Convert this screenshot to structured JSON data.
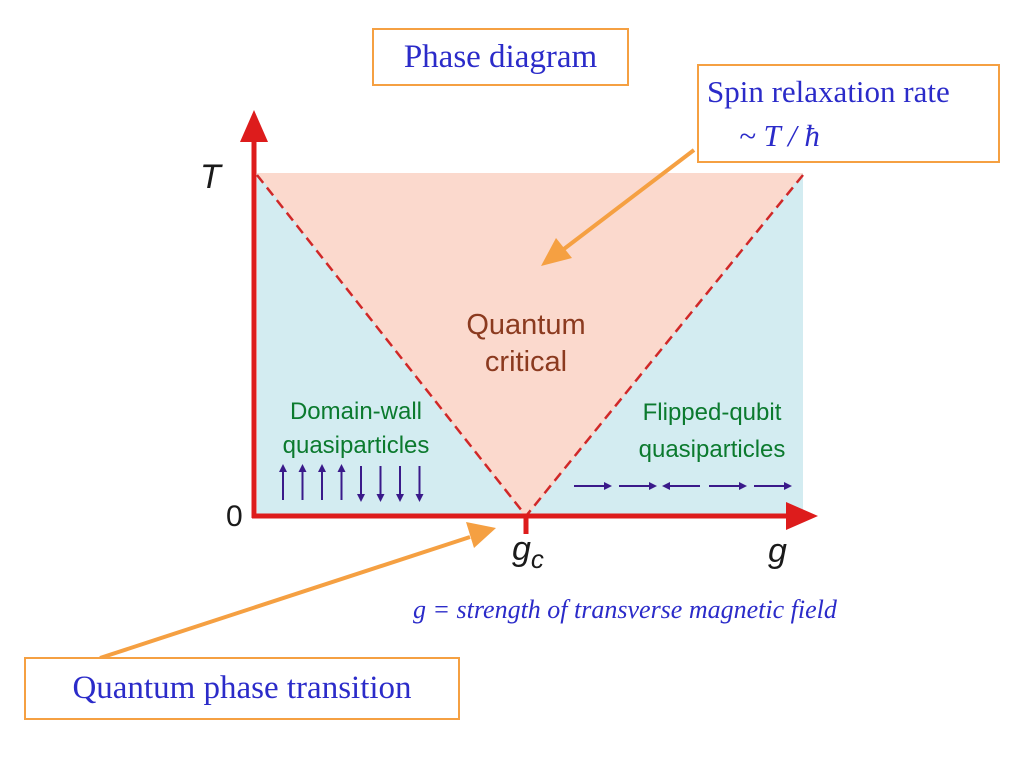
{
  "title": "Phase diagram",
  "spin_relaxation": {
    "line1": "Spin relaxation rate",
    "line2": "~ T / ħ"
  },
  "axes": {
    "y_label": "T",
    "x_label": "g",
    "origin_label": "0",
    "critical_point_label": "g",
    "critical_point_subscript": "c"
  },
  "regions": {
    "center_line1": "Quantum",
    "center_line2": "critical",
    "left_line1": "Domain-wall",
    "left_line2": "quasiparticles",
    "right_line1": "Flipped-qubit",
    "right_line2": "quasiparticles"
  },
  "field_note": "g = strength of transverse magnetic field",
  "transition_label": "Quantum phase transition",
  "spin_arrows_left": [
    "up",
    "up",
    "up",
    "up",
    "down",
    "down",
    "down",
    "down"
  ],
  "spin_arrows_right": [
    "right",
    "right",
    "left",
    "right",
    "right"
  ],
  "colors": {
    "axis": "#dd1c1c",
    "critical_fill": "#fbd9cd",
    "ordered_fill": "#d3ecf1",
    "callout": "#f5a042",
    "box_text": "#2b2bc9",
    "critical_text": "#8b3a1f",
    "quasiparticle_text": "#0b7a2e",
    "spin_arrow": "#3a1a8a"
  }
}
